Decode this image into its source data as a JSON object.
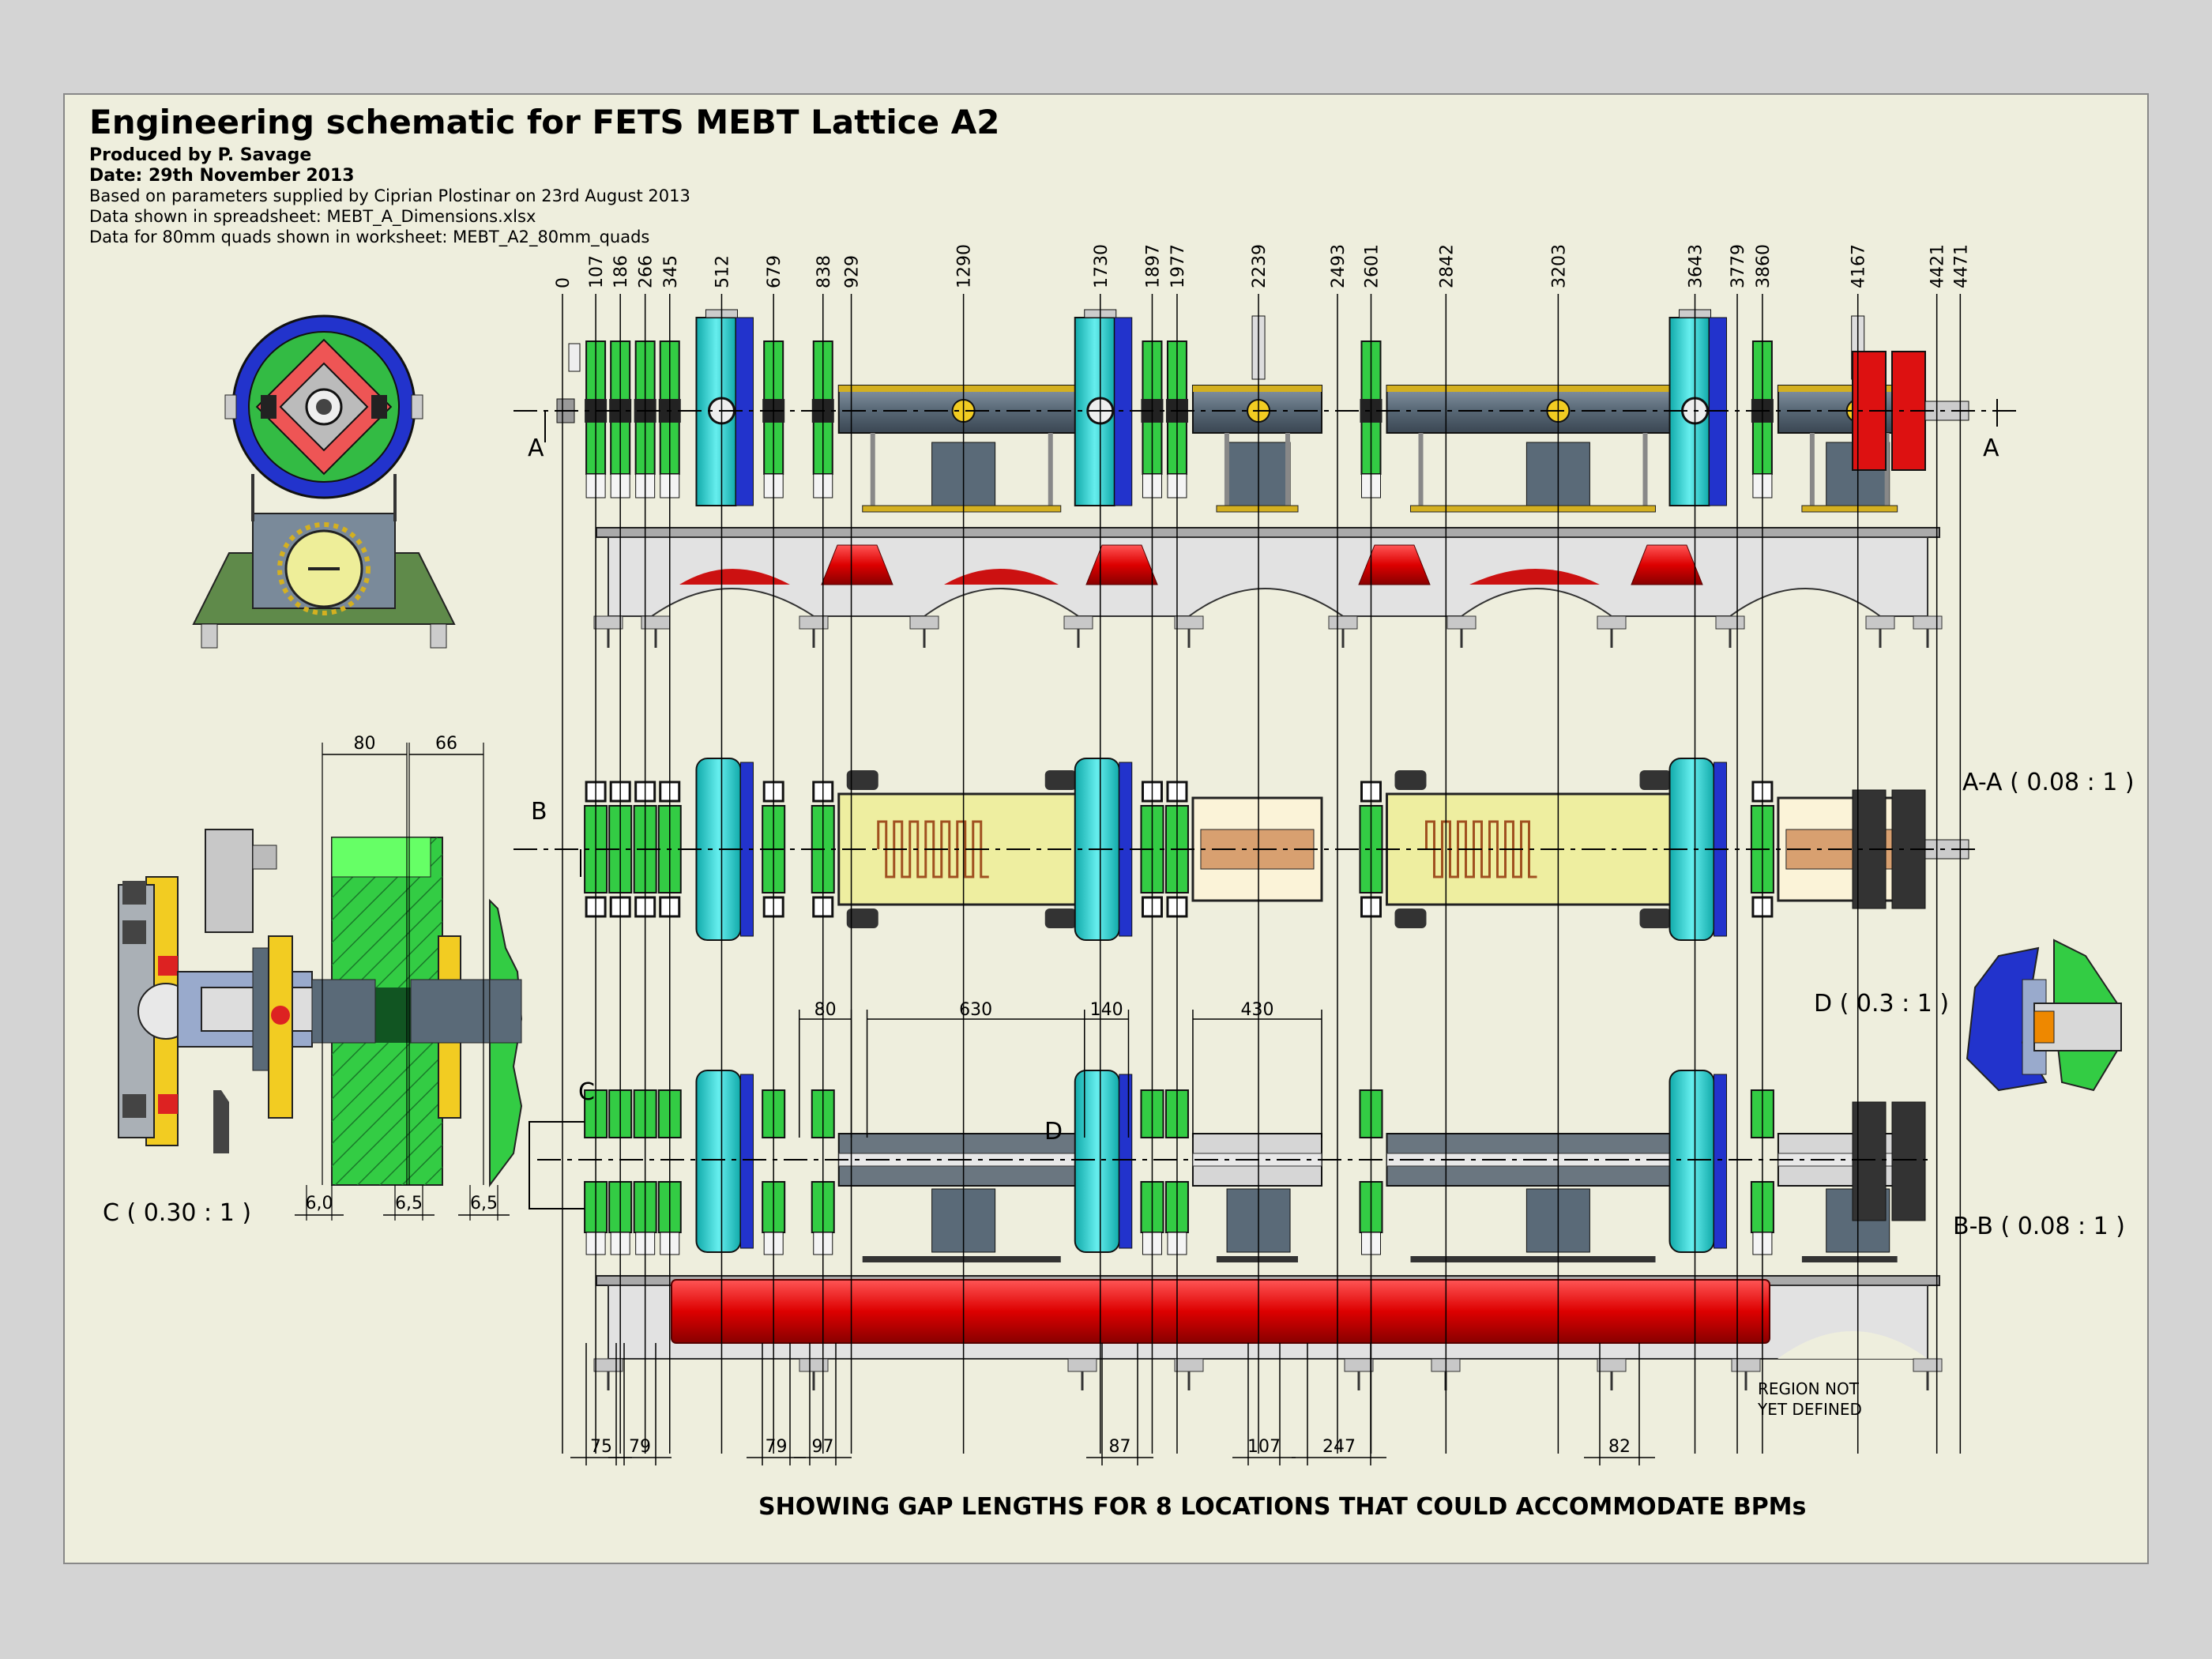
{
  "title": "Engineering schematic for FETS MEBT Lattice A2",
  "info": {
    "produced_by": "Produced by P. Savage",
    "date": "Date: 29th November 2013",
    "based_on": "Based on parameters supplied by Ciprian Plostinar on 23rd August 2013",
    "spreadsheet": "Data shown in spreadsheet: MEBT_A_Dimensions.xlsx",
    "worksheet": "Data for 80mm quads shown in worksheet: MEBT_A2_80mm_quads"
  },
  "positions": [
    "0",
    "107",
    "186",
    "266",
    "345",
    "512",
    "679",
    "838",
    "929",
    "1290",
    "1730",
    "1897",
    "1977",
    "2239",
    "2493",
    "2601",
    "2842",
    "3203",
    "3643",
    "3779",
    "3860",
    "4167",
    "4421",
    "4471"
  ],
  "gap_lengths": [
    "75",
    "79",
    "79",
    "97",
    "87",
    "107",
    "247",
    "82"
  ],
  "top_dimensions": [
    "80",
    "630",
    "140",
    "430"
  ],
  "detail_c_dimensions": [
    "80",
    "66",
    "6,0",
    "6,5",
    "6,5"
  ],
  "section_labels": {
    "a_left": "A",
    "a_right": "A",
    "b": "B",
    "c": "C",
    "d": "D",
    "aa_scale": "A-A  ( 0.08 : 1 )",
    "bb_scale": "B-B  ( 0.08 : 1 )",
    "c_scale": "C  ( 0.30 : 1 )",
    "d_scale": "D  ( 0.3 : 1 )"
  },
  "region_note": [
    "REGION NOT",
    "YET DEFINED"
  ],
  "footer": "SHOWING GAP LENGTHS FOR 8 LOCATIONS THAT COULD ACCOMMODATE BPMs",
  "colors": {
    "quad_green": "#33cc44",
    "cavity_cyan": "#22cccc",
    "cavity_blue": "#2233cc",
    "chopper_gray": "#5a6a78",
    "chopper_yellow": "#eeeea0",
    "girder_red": "#dd1111",
    "support_green": "#6a8a50"
  }
}
